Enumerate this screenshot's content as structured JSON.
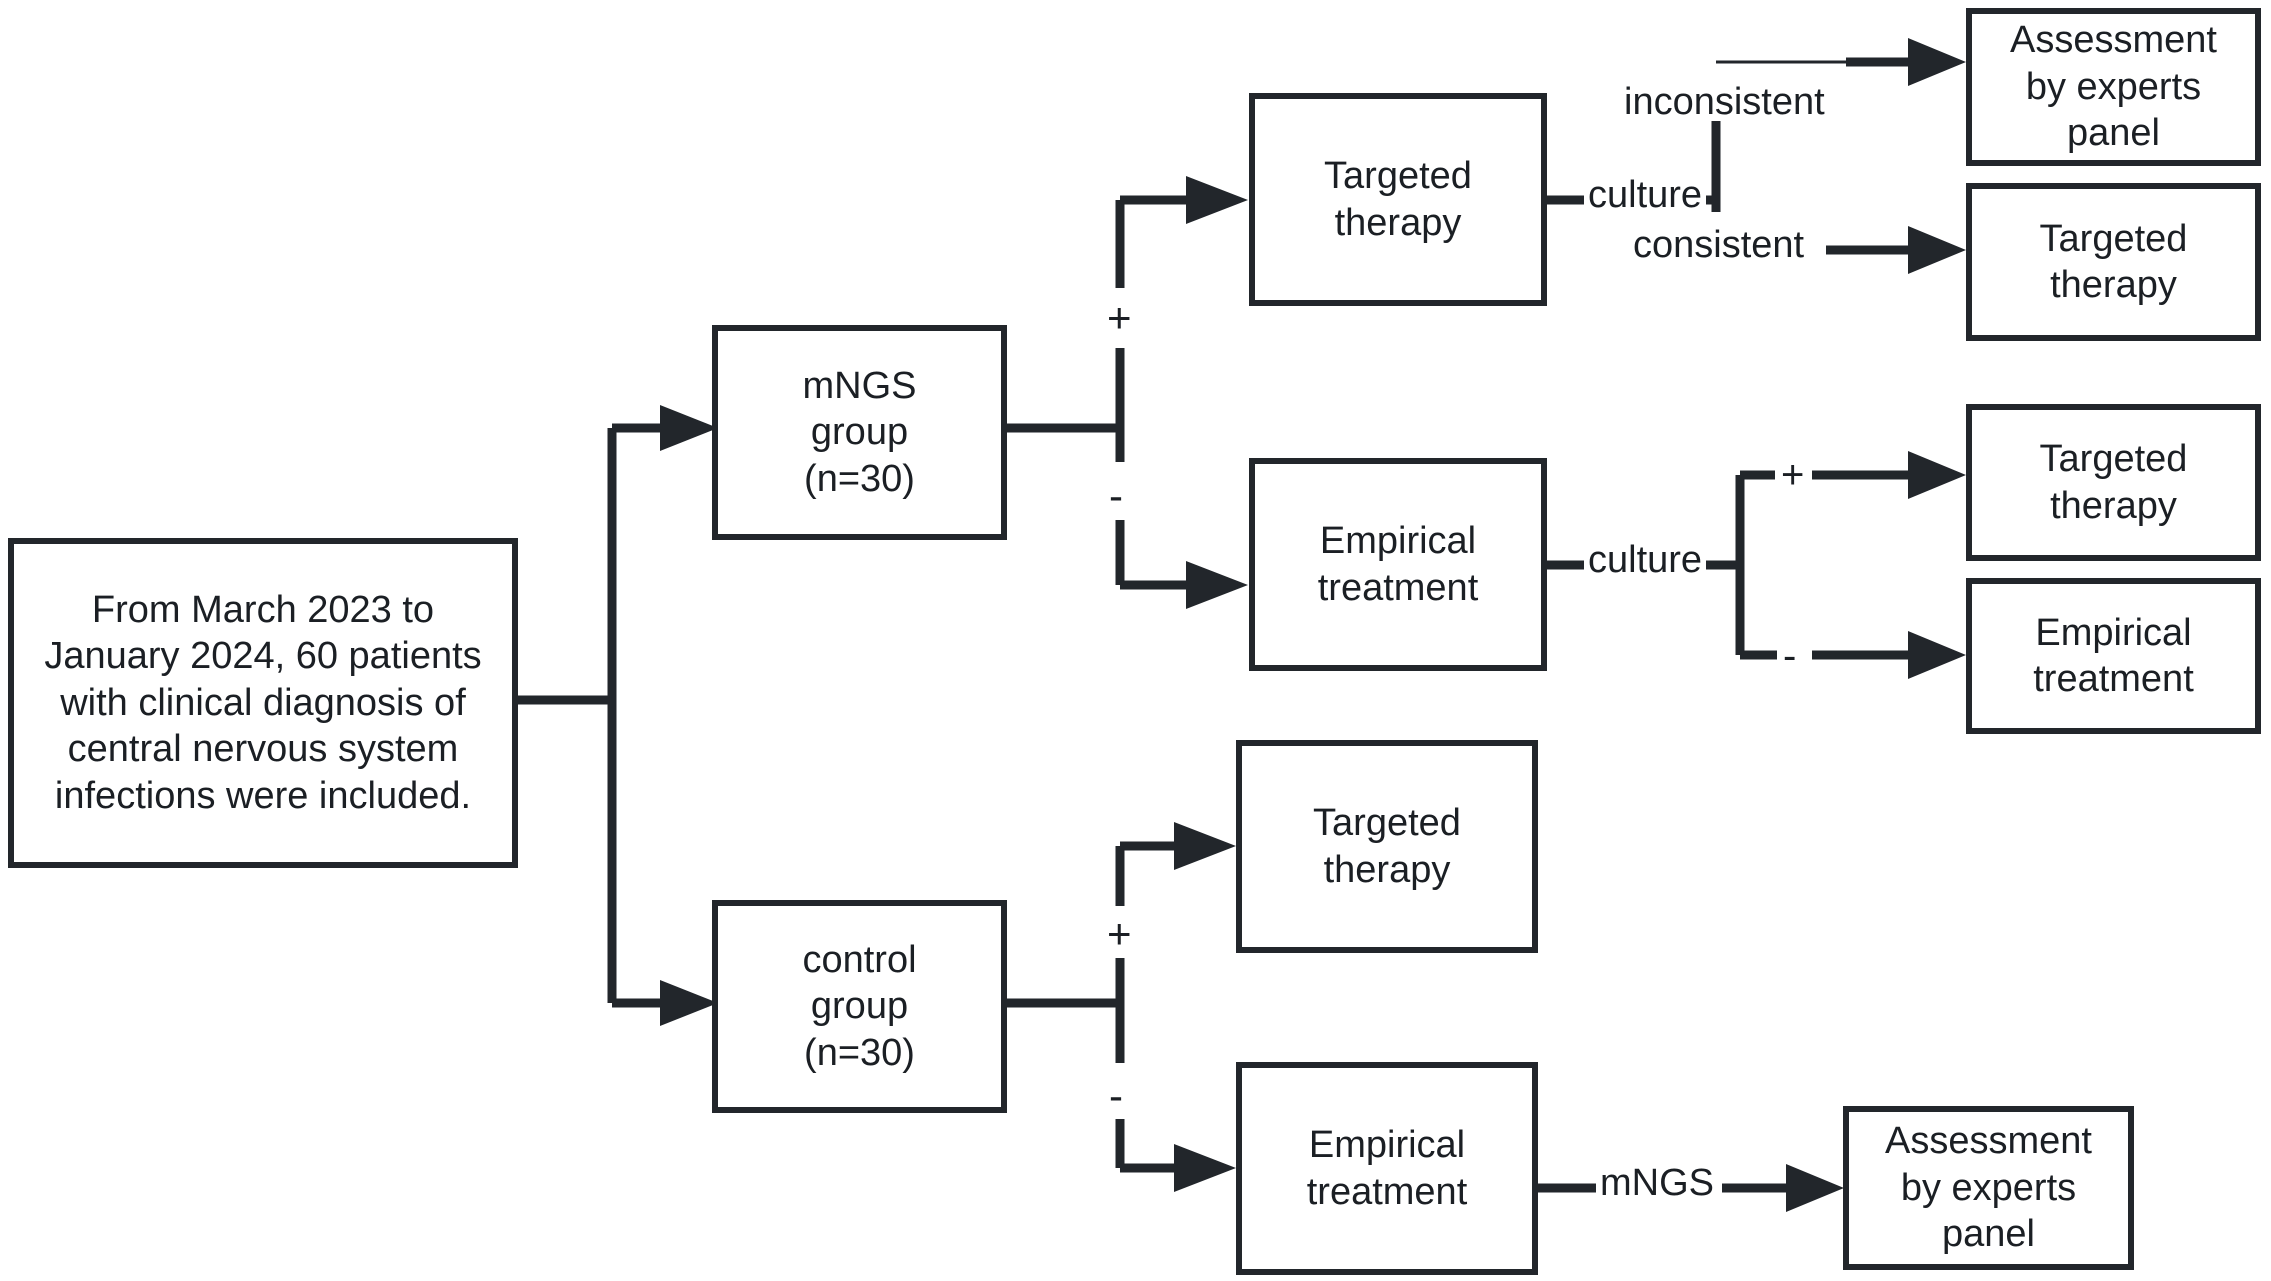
{
  "diagram": {
    "title": "Study enrollment and treatment decision flowchart",
    "colors": {
      "stroke": "#22262b",
      "text": "#1b1f24",
      "background": "#ffffff"
    },
    "nodes": {
      "enrollment": "From March 2023 to\nJanuary 2024, 60 patients\nwith clinical diagnosis of\ncentral nervous system\ninfections were included.",
      "mngs_group": "mNGS\ngroup\n(n=30)",
      "control_group": "control\ngroup\n(n=30)",
      "mngs_pos_targeted": "Targeted\ntherapy",
      "mngs_neg_empirical": "Empirical\ntreatment",
      "culture_inconsistent_panel": "Assessment\nby experts\npanel",
      "culture_consistent_targeted": "Targeted\ntherapy",
      "culture_pos_targeted": "Targeted\ntherapy",
      "culture_neg_empirical": "Empirical\ntreatment",
      "control_pos_targeted": "Targeted\ntherapy",
      "control_neg_empirical": "Empirical\ntreatment",
      "control_mngs_panel": "Assessment\nby experts\npanel"
    },
    "edge_labels": {
      "mngs_plus": "+",
      "mngs_minus": "-",
      "culture_top": "culture",
      "inconsistent": "inconsistent",
      "consistent": "consistent",
      "culture_mid": "culture",
      "culture_mid_plus": "+",
      "culture_mid_minus": "-",
      "control_plus": "+",
      "control_minus": "-",
      "control_mngs": "mNGS"
    }
  }
}
